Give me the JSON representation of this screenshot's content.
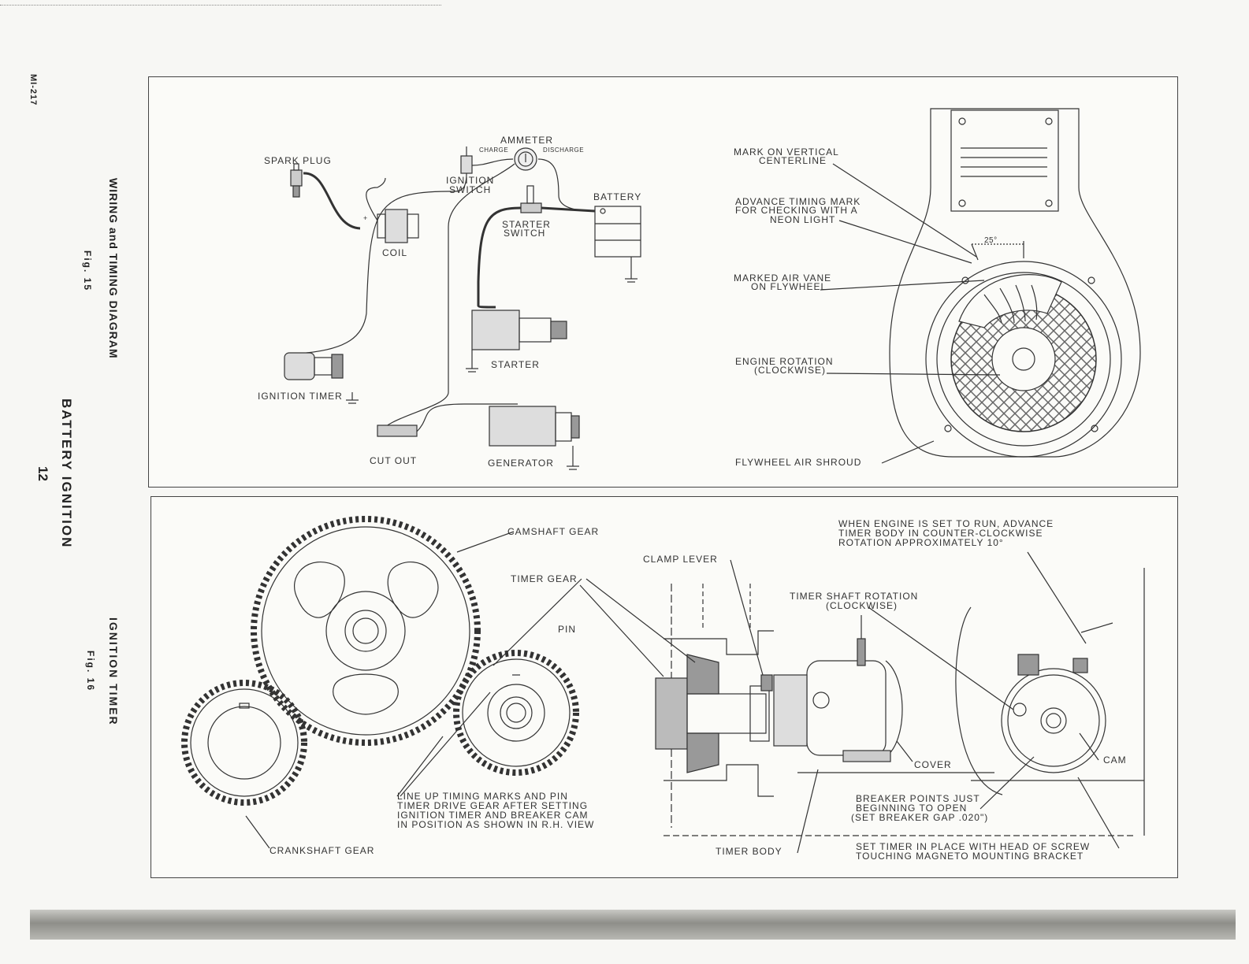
{
  "side": {
    "doc_code": "MI-217",
    "fig15_title": "WIRING and TIMING DIAGRAM",
    "fig15_num": "Fig. 15",
    "section_title": "BATTERY IGNITION",
    "page_number": "12",
    "fig16_title": "IGNITION TIMER",
    "fig16_num": "Fig. 16"
  },
  "fig15": {
    "wiring": {
      "spark_plug": "SPARK PLUG",
      "ammeter": "AMMETER",
      "charge": "CHARGE",
      "discharge": "DISCHARGE",
      "ignition_switch_1": "IGNITION",
      "ignition_switch_2": "SWITCH",
      "battery": "BATTERY",
      "starter_switch_1": "STARTER",
      "starter_switch_2": "SWITCH",
      "coil": "COIL",
      "starter": "STARTER",
      "ignition_timer": "IGNITION TIMER",
      "cut_out": "CUT OUT",
      "generator": "GENERATOR"
    },
    "flywheel": {
      "mark_vertical_1": "MARK ON VERTICAL",
      "mark_vertical_2": "CENTERLINE",
      "advance_1": "ADVANCE TIMING MARK",
      "advance_2": "FOR CHECKING WITH A",
      "advance_3": "NEON LIGHT",
      "vane_1": "MARKED AIR VANE",
      "vane_2": "ON FLYWHEEL",
      "rotation_1": "ENGINE ROTATION",
      "rotation_2": "(CLOCKWISE)",
      "shroud": "FLYWHEEL AIR SHROUD",
      "angle": "25°"
    }
  },
  "fig16": {
    "camshaft_gear": "CAMSHAFT GEAR",
    "timer_gear": "TIMER GEAR",
    "pin": "PIN",
    "clamp_lever": "CLAMP LEVER",
    "crankshaft_gear": "CRANKSHAFT GEAR",
    "lineup_1": "LINE UP TIMING MARKS AND PIN",
    "lineup_2": "TIMER DRIVE GEAR AFTER SETTING",
    "lineup_3": "IGNITION TIMER AND BREAKER CAM",
    "lineup_4": "IN POSITION AS SHOWN IN R.H. VIEW",
    "shaft_rot_1": "TIMER SHAFT ROTATION",
    "shaft_rot_2": "(CLOCKWISE)",
    "advance_1": "WHEN ENGINE IS SET TO RUN, ADVANCE",
    "advance_2": "TIMER BODY IN COUNTER-CLOCKWISE",
    "advance_3": "ROTATION APPROXIMATELY 10°",
    "cover": "COVER",
    "cam": "CAM",
    "breaker_1": "BREAKER POINTS JUST",
    "breaker_2": "BEGINNING TO OPEN",
    "breaker_3": "(SET BREAKER GAP .020\")",
    "timer_body": "TIMER BODY",
    "set_timer_1": "SET TIMER IN PLACE WITH HEAD OF SCREW",
    "set_timer_2": "TOUCHING MAGNETO MOUNTING BRACKET"
  }
}
